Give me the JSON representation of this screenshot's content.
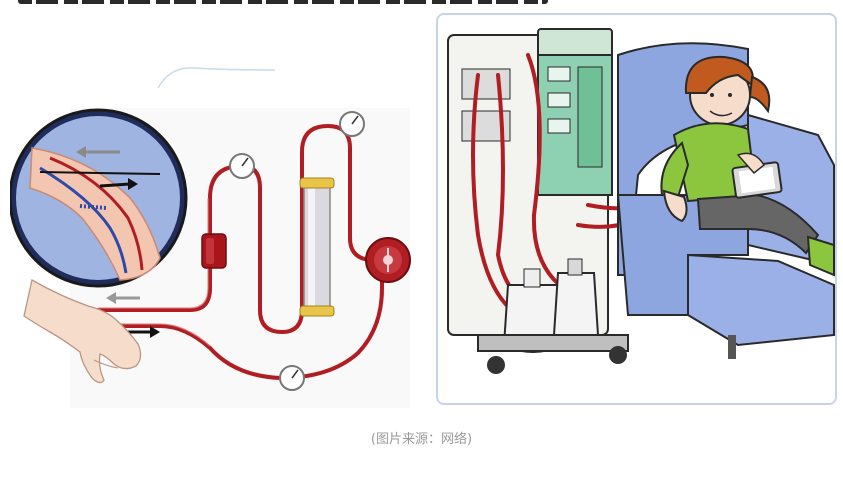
{
  "caption": "(图片来源：网络)",
  "figure": {
    "left_panel_icon": "hemodialysis-circuit-diagram",
    "right_panel_icon": "patient-on-dialysis-machine-illustration"
  },
  "colors": {
    "tube_red": "#b01e23",
    "frame_border": "#c7d3ea",
    "chair_blue": "#8ea6e0",
    "shirt_green": "#8cc63f",
    "caption_gray": "#9a9a9a"
  }
}
